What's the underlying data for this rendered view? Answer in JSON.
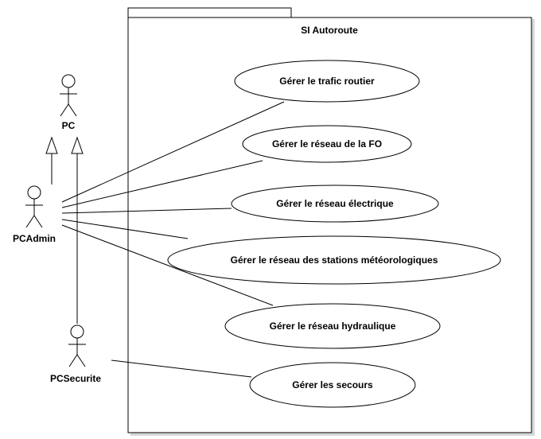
{
  "system": {
    "title": "SI Autoroute"
  },
  "actors": [
    {
      "id": "pc",
      "name": "PC"
    },
    {
      "id": "pcadmin",
      "name": "PCAdmin"
    },
    {
      "id": "pcsecurite",
      "name": "PCSecurite"
    }
  ],
  "use_cases": [
    {
      "id": "trafic",
      "label": "Gérer le trafic routier"
    },
    {
      "id": "fo",
      "label": "Gérer le réseau de la FO"
    },
    {
      "id": "electrique",
      "label": "Gérer le réseau électrique"
    },
    {
      "id": "meteo",
      "label": "Gérer le réseau des stations météorologiques"
    },
    {
      "id": "hydraulique",
      "label": "Gérer le réseau hydraulique"
    },
    {
      "id": "secours",
      "label": "Gérer les secours"
    }
  ],
  "generalizations": [
    {
      "child": "pcadmin",
      "parent": "pc"
    },
    {
      "child": "pcsecurite",
      "parent": "pc"
    }
  ],
  "associations": [
    {
      "actor": "pcadmin",
      "use_case": "trafic"
    },
    {
      "actor": "pcadmin",
      "use_case": "fo"
    },
    {
      "actor": "pcadmin",
      "use_case": "electrique"
    },
    {
      "actor": "pcadmin",
      "use_case": "meteo"
    },
    {
      "actor": "pcadmin",
      "use_case": "hydraulique"
    },
    {
      "actor": "pcsecurite",
      "use_case": "secours"
    }
  ],
  "colors": {
    "stroke": "#000000",
    "background": "#ffffff",
    "package_tab_fill": "#ffffff"
  }
}
